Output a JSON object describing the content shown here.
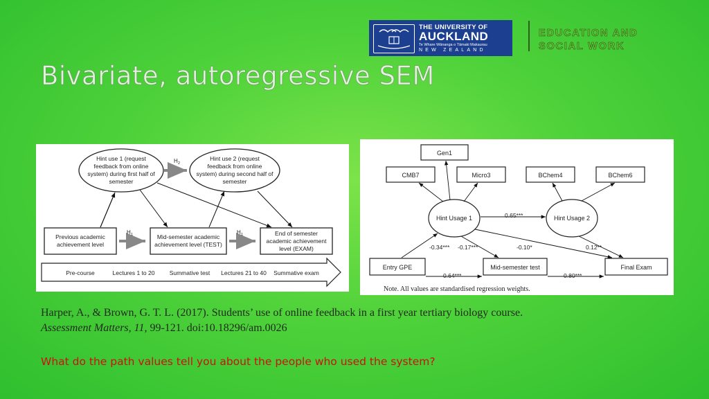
{
  "logo": {
    "line1": "THE UNIVERSITY OF",
    "line2": "AUCKLAND",
    "line3": "Te Whare Wānanga o Tāmaki Makaurau",
    "line4": "NEW ZEALAND"
  },
  "faculty": {
    "line1": "EDUCATION AND",
    "line2": "SOCIAL WORK"
  },
  "title": "Bivariate, autoregressive SEM",
  "left_diagram": {
    "hint1": [
      "Hint use 1 (request",
      "feedback from online",
      "system) during first half of",
      "semester"
    ],
    "hint2": [
      "Hint use 2 (request",
      "feedback from online",
      "system) during second half of",
      "semester"
    ],
    "h2": "H",
    "h2_sub": "2",
    "h1a": "H",
    "h1a_sub": "1",
    "h1b": "H",
    "h1b_sub": "1",
    "prev": [
      "Previous academic",
      "achievement level"
    ],
    "mid": [
      "Mid-semester academic",
      "achievement level (TEST)"
    ],
    "end": [
      "End of semester",
      "academic achievement",
      "level (EXAM)"
    ],
    "timeline": [
      "Pre-course",
      "Lectures 1 to 20",
      "Summative test",
      "Lectures 21 to 40",
      "Summative exam"
    ]
  },
  "right_diagram": {
    "gen1": "Gen1",
    "cmb7": "CMB7",
    "micro3": "Micro3",
    "bchem4": "BChem4",
    "bchem6": "BChem6",
    "hint1": "Hint Usage 1",
    "hint2": "Hint Usage 2",
    "entry": "Entry GPE",
    "midtest": "Mid-semester test",
    "final": "Final Exam",
    "coef_h1_h2": "0.65***",
    "coef_e_h1": "-0.34***",
    "coef_h1_mid": "-0.17***",
    "coef_h1_final": "-0.10*",
    "coef_h2_final": "0.12**",
    "coef_e_mid": "0.64***",
    "coef_mid_final": "0.80***",
    "note": "Note. All values are standardised regression weights."
  },
  "reference": {
    "line1": "Harper, A., & Brown, G. T. L. (2017). Students’ use of online feedback in a first year tertiary biology course.",
    "journal": "Assessment Matters, 11,",
    "rest": " 99-121. doi:10.18296/am.0026"
  },
  "question": "What do the path values tell you about the people who used the system?"
}
